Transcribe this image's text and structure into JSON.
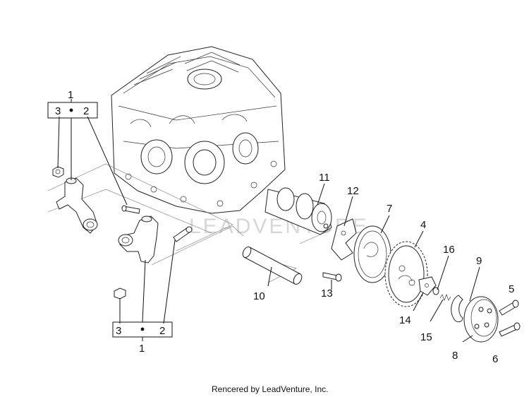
{
  "watermark": "LEADVENTURE",
  "credit": "Rencered by LeadVenture, Inc.",
  "callouts": {
    "c1_top": "1",
    "c2_top": "2",
    "c3_top": "3",
    "c1_bot": "1",
    "c2_bot": "2",
    "c3_bot": "3",
    "c4": "4",
    "c5": "5",
    "c6": "6",
    "c7": "7",
    "c8": "8",
    "c9": "9",
    "c10": "10",
    "c11": "11",
    "c12": "12",
    "c13": "13",
    "c14": "14",
    "c15": "15",
    "c16": "16"
  }
}
